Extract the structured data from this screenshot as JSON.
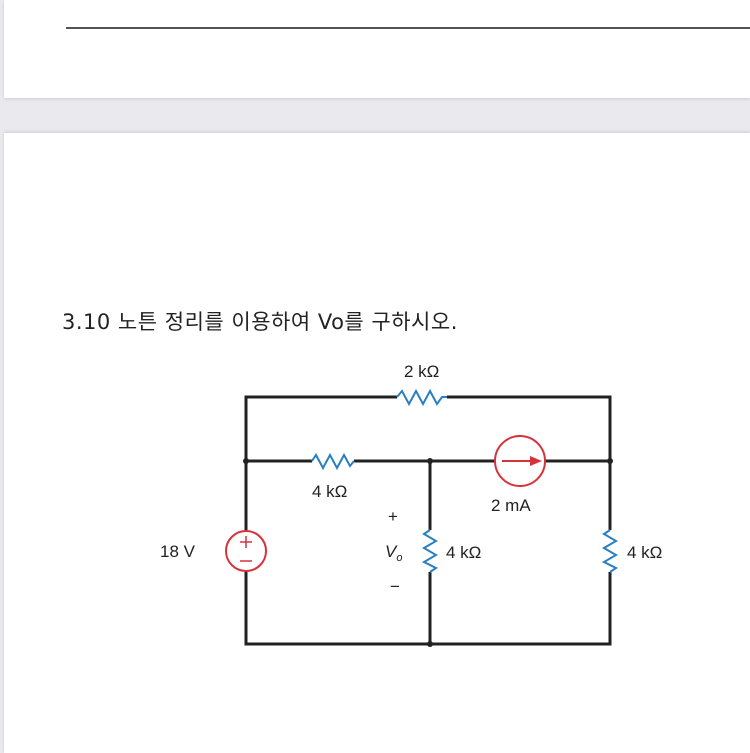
{
  "question": {
    "text": "3.10 노튼 정리를 이용하여 Vo를 구하시오."
  },
  "circuit": {
    "r_top": "2 kΩ",
    "r_left": "4 kΩ",
    "r_mid": "4 kΩ",
    "r_right": "4 kΩ",
    "source_v": "18 V",
    "source_i": "2 mA",
    "vo_label": "V",
    "vo_sub": "o",
    "plus": "+",
    "minus": "−",
    "colors": {
      "wire": "#222222",
      "resistor": "#2a7fc0",
      "source": "#d6323c"
    }
  }
}
